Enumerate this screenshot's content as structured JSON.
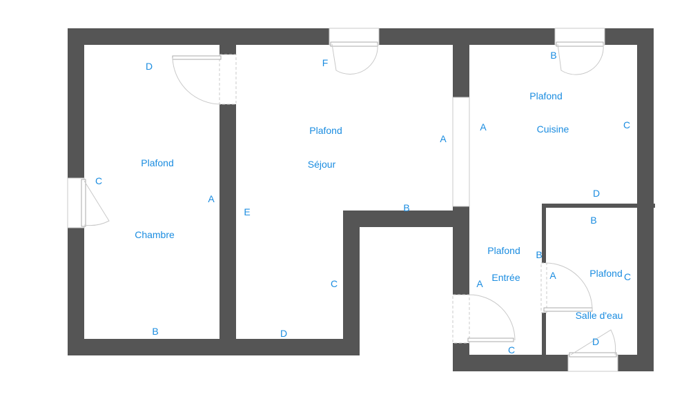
{
  "colors": {
    "wall": "#555555",
    "label": "#1a8ce0",
    "opening": "#c8c8c8",
    "background": "#ffffff"
  },
  "rooms": {
    "chambre": {
      "name": "Chambre",
      "ceiling": "Plafond",
      "walls": {
        "a": "A",
        "b": "B",
        "c": "C",
        "d": "D"
      }
    },
    "sejour": {
      "name": "Séjour",
      "ceiling": "Plafond",
      "walls": {
        "a": "A",
        "b": "B",
        "c": "C",
        "d": "D",
        "e": "E",
        "f": "F"
      }
    },
    "cuisine": {
      "name": "Cuisine",
      "ceiling": "Plafond",
      "walls": {
        "a": "A",
        "b": "B",
        "c": "C",
        "d": "D"
      }
    },
    "entree": {
      "name": "Entrée",
      "ceiling": "Plafond",
      "walls": {
        "a": "A",
        "b": "B",
        "c": "C"
      }
    },
    "salle_eau": {
      "name": "Salle d'eau",
      "ceiling": "Plafond",
      "walls": {
        "a": "A",
        "b": "B",
        "c": "C",
        "d": "D"
      }
    }
  }
}
